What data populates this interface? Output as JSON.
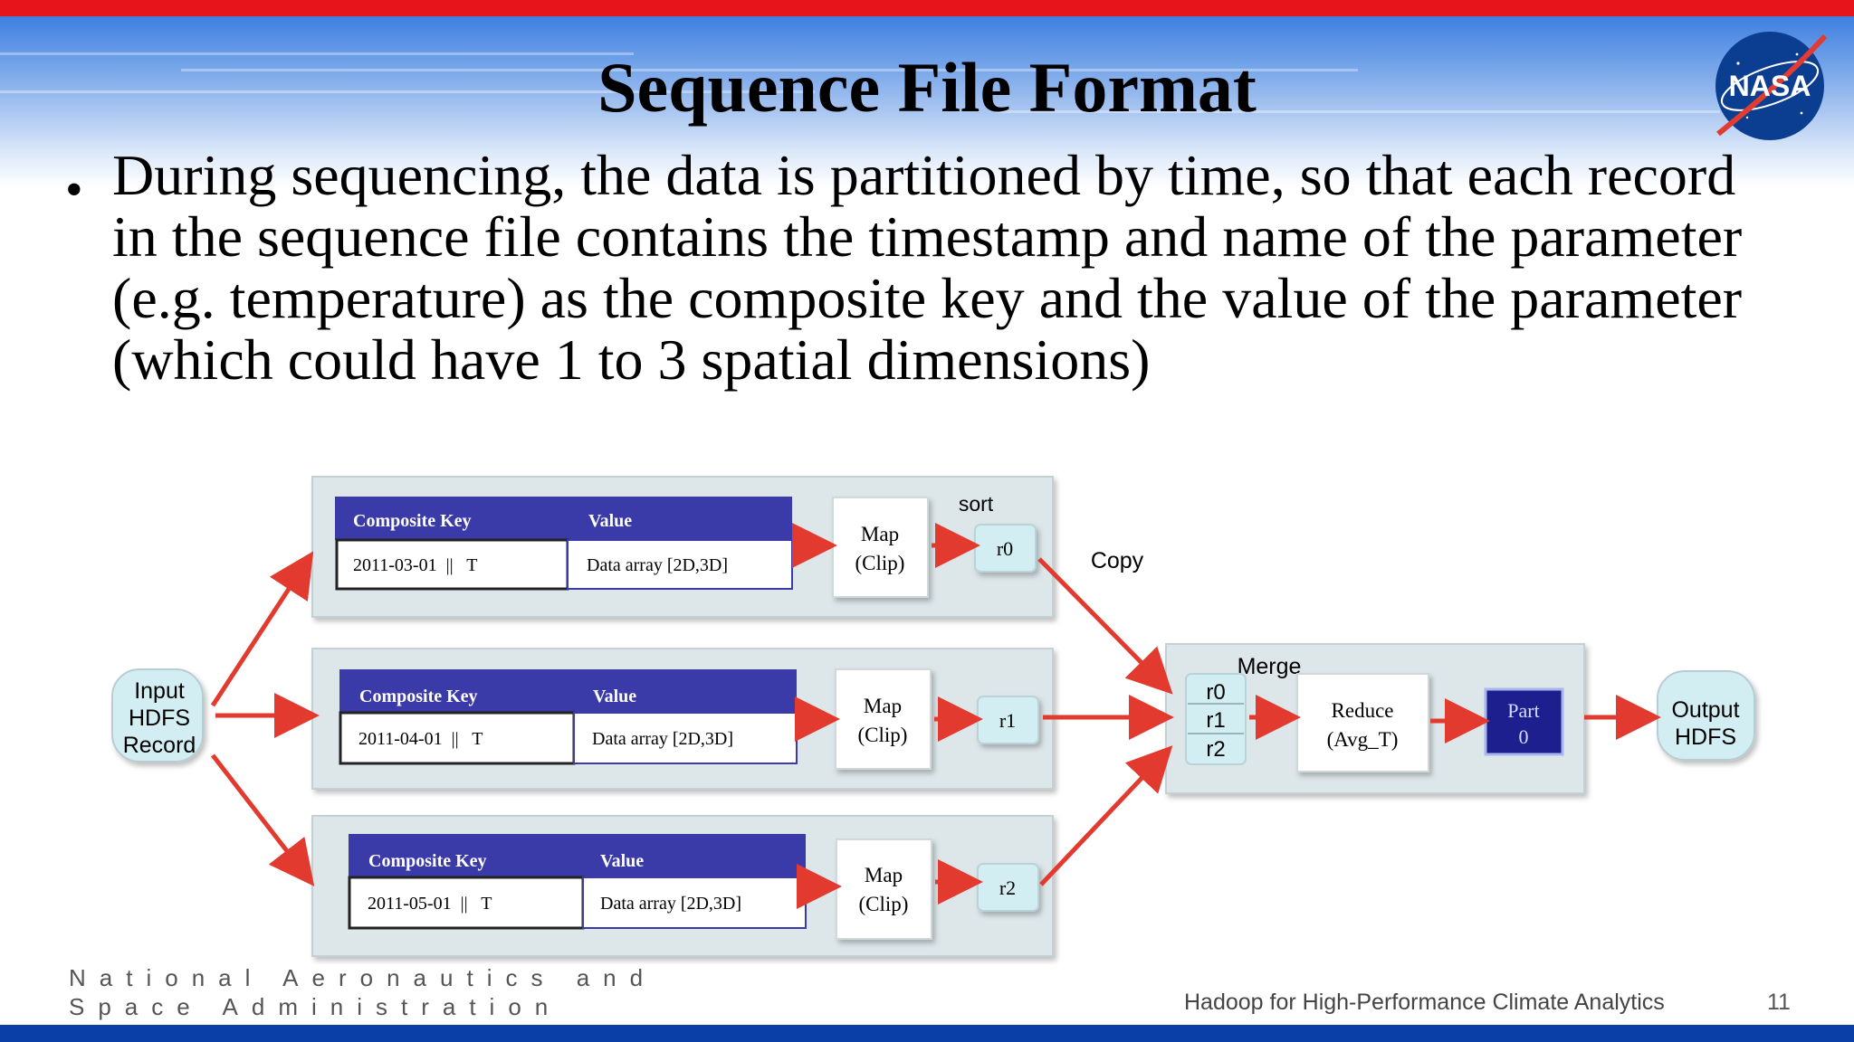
{
  "slide": {
    "title": "Sequence File Format",
    "bullet": "During sequencing, the data is partitioned by time, so that each record in the sequence file contains the timestamp and name of the parameter (e.g. temperature) as the composite key and the value of the parameter (which could have 1 to 3 spatial dimensions)",
    "logo_text": "NASA",
    "footer_line1": "National Aeronautics and",
    "footer_line2": "Space Administration",
    "footer_right": "Hadoop for High-Performance Climate Analytics",
    "page_number": "11"
  },
  "diagram": {
    "input": [
      "Input",
      "HDFS",
      "Record"
    ],
    "rows": [
      {
        "header_key": "Composite Key",
        "header_value": "Value",
        "key": "2011-03-01  ||   T",
        "value": "Data array [2D,3D]",
        "map": [
          "Map",
          "(Clip)"
        ],
        "result": "r0"
      },
      {
        "header_key": "Composite Key",
        "header_value": "Value",
        "key": "2011-04-01  ||   T",
        "value": "Data array [2D,3D]",
        "map": [
          "Map",
          "(Clip)"
        ],
        "result": "r1"
      },
      {
        "header_key": "Composite Key",
        "header_value": "Value",
        "key": "2011-05-01  ||   T",
        "value": "Data array [2D,3D]",
        "map": [
          "Map",
          "(Clip)"
        ],
        "result": "r2"
      }
    ],
    "sort_label": "sort",
    "copy_label": "Copy",
    "merge_label": "Merge",
    "merge_items": [
      "r0",
      "r1",
      "r2"
    ],
    "reduce": [
      "Reduce",
      "(Avg_T)"
    ],
    "part": [
      "Part",
      "0"
    ],
    "output": [
      "Output",
      "HDFS"
    ],
    "colors": {
      "arrow": "#e23a2e",
      "header": "#3a3aa8",
      "panel": "#dde7ea",
      "cell": "#d3eef2"
    }
  }
}
